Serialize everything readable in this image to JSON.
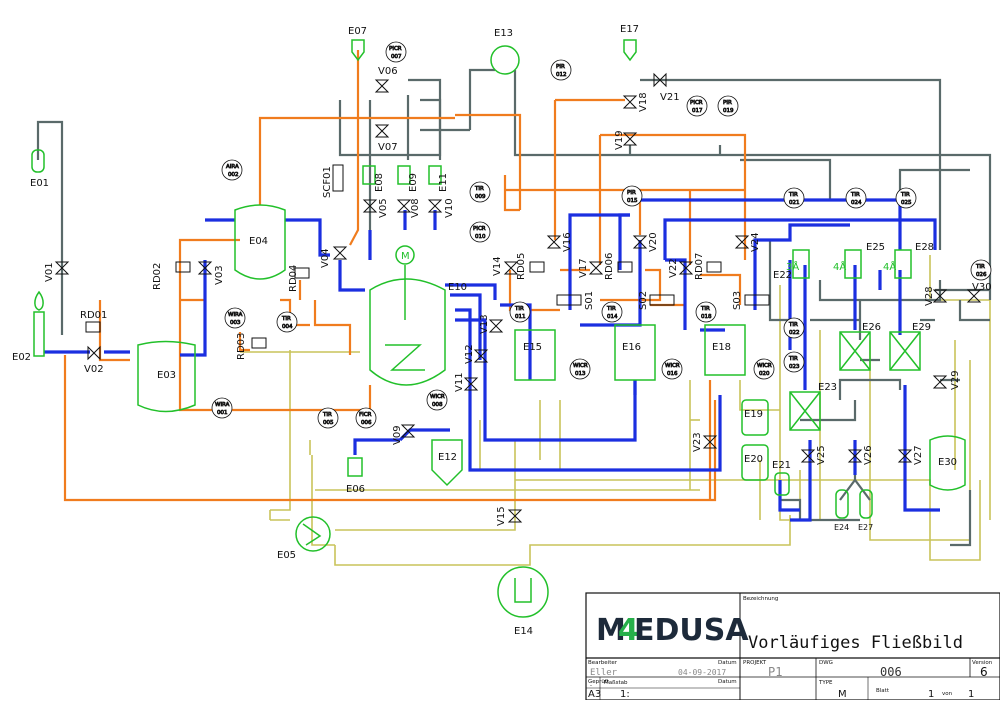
{
  "colors": {
    "green": "#22c02a",
    "blue": "#1b2fe0",
    "orange": "#f07c1e",
    "gray": "#5a6a6a",
    "yellow": "#c9c35a",
    "instrument": "#1a3fbf",
    "logo_dark": "#1d2a3a",
    "logo_accent": "#27b04a"
  },
  "equipment": {
    "E01": "E01",
    "E02": "E02",
    "E03": "E03",
    "E04": "E04",
    "E05": "E05",
    "E06": "E06",
    "E07": "E07",
    "E08": "E08",
    "E09": "E09",
    "E10": "E10",
    "E11": "E11",
    "E12": "E12",
    "E13": "E13",
    "E14": "E14",
    "E15": "E15",
    "E16": "E16",
    "E17": "E17",
    "E18": "E18",
    "E19": "E19",
    "E20": "E20",
    "E21": "E21",
    "E22": "E22",
    "E23": "E23",
    "E24": "E24",
    "E25": "E25",
    "E26": "E26",
    "E27": "E27",
    "E28": "E28",
    "E29": "E29",
    "E30": "E30"
  },
  "valves": {
    "V01": "V01",
    "V02": "V02",
    "V03": "V03",
    "V04": "V04",
    "V05": "V05",
    "V06": "V06",
    "V07": "V07",
    "V08": "V08",
    "V09": "V09",
    "V10": "V10",
    "V11": "V11",
    "V12": "V12",
    "V13": "V13",
    "V14": "V14",
    "V15": "V15",
    "V16": "V16",
    "V17": "V17",
    "V18": "V18",
    "V19": "V19",
    "V20": "V20",
    "V21": "V21",
    "V22": "V22",
    "V23": "V23",
    "V24": "V24",
    "V25": "V25",
    "V26": "V26",
    "V27": "V27",
    "V28": "V28",
    "V29": "V29",
    "V30": "V30"
  },
  "other_labels": {
    "RD01": "RD01",
    "RD02": "RD02",
    "RD03": "RD03",
    "RD04": "RD04",
    "RD05": "RD05",
    "RD06": "RD06",
    "RD07": "RD07",
    "SCF01": "SCF01",
    "S01": "S01",
    "S02": "S02",
    "S03": "S03",
    "mol3A": "3Å",
    "mol4A_1": "4Å",
    "mol4A_2": "4Å",
    "motor": "M"
  },
  "instruments": {
    "AIRA002": {
      "code": "AIRA",
      "num": "002"
    },
    "WIRA003": {
      "code": "WIRA",
      "num": "003"
    },
    "WIRA001": {
      "code": "WIRA",
      "num": "001"
    },
    "TIR004": {
      "code": "TIR",
      "num": "004"
    },
    "PICR007": {
      "code": "PICR",
      "num": "007"
    },
    "TIR005": {
      "code": "TIR",
      "num": "005"
    },
    "FICR006": {
      "code": "FICR",
      "num": "006"
    },
    "WICR008": {
      "code": "WICR",
      "num": "008"
    },
    "TIR009": {
      "code": "TIR",
      "num": "009"
    },
    "PICR010": {
      "code": "PICR",
      "num": "010"
    },
    "TIR011": {
      "code": "TIR",
      "num": "011"
    },
    "PIR012": {
      "code": "PIR",
      "num": "012"
    },
    "WICR013": {
      "code": "WICR",
      "num": "013"
    },
    "TIR014": {
      "code": "TIR",
      "num": "014"
    },
    "PIR015": {
      "code": "PIR",
      "num": "015"
    },
    "WICR016": {
      "code": "WICR",
      "num": "016"
    },
    "PICR017": {
      "code": "PICR",
      "num": "017"
    },
    "TIR018": {
      "code": "TIR",
      "num": "018"
    },
    "PIR019": {
      "code": "PIR",
      "num": "019"
    },
    "WICR020": {
      "code": "WICR",
      "num": "020"
    },
    "TIR021": {
      "code": "TIR",
      "num": "021"
    },
    "TIR022": {
      "code": "TIR",
      "num": "022"
    },
    "TIR023": {
      "code": "TIR",
      "num": "023"
    },
    "TIR024": {
      "code": "TIR",
      "num": "024"
    },
    "TIR025": {
      "code": "TIR",
      "num": "025"
    },
    "TIR026": {
      "code": "TIR",
      "num": "026"
    }
  },
  "title_block": {
    "logo_left": "M",
    "logo_four": "4",
    "logo_right": "EDUSA",
    "bezeichnung_label": "Bezeichnung",
    "title": "Vorläufiges Fließbild",
    "bearbeiter_label": "Bearbeiter",
    "bearbeiter": "Eller",
    "datum_label": "Datum",
    "datum": "04-09-2017",
    "geprueft_label": "Geprüft",
    "geprueft": "-",
    "datum2_label": "Datum",
    "projekt_label": "PROJEKT",
    "projekt": "P1",
    "dwg_label": "DWG",
    "dwg": "006",
    "version_label": "Version",
    "version": "6",
    "format": "A3",
    "massstab_label": "Maßstab",
    "massstab": "1:",
    "type_label": "TYPE",
    "type": "M",
    "blatt_label": "Blatt",
    "blatt": "1",
    "von_label": "von",
    "von": "1"
  }
}
